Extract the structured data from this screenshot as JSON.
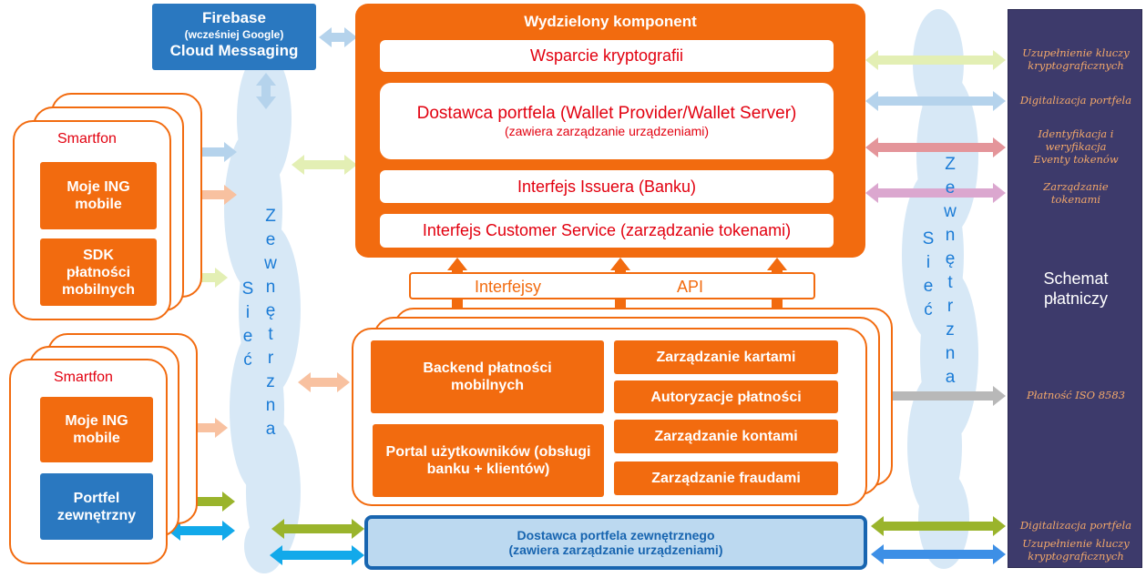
{
  "firebase": {
    "line1": "Firebase",
    "line2": "(wcześniej Google)",
    "line3": "Cloud Messaging"
  },
  "component": {
    "title": "Wydzielony komponent",
    "crypto": "Wsparcie kryptografii",
    "wallet_provider": "Dostawca portfela (Wallet Provider/Wallet Server)",
    "wallet_provider_sub": "(zawiera zarządzanie urządzeniami)",
    "issuer": "Interfejs Issuera (Banku)",
    "customer_service": "Interfejs Customer Service (zarządzanie tokenami)"
  },
  "api": {
    "left": "Interfejsy",
    "right": "API"
  },
  "smartphone1": {
    "label": "Smartfon",
    "app": "Moje ING mobile",
    "sdk": "SDK płatności mobilnych"
  },
  "smartphone2": {
    "label": "Smartfon",
    "app": "Moje ING mobile",
    "wallet": "Portfel zewnętrzny"
  },
  "network_left": {
    "col1": [
      "S",
      "i",
      "e",
      "ć"
    ],
    "col2": [
      "Z",
      "e",
      "w",
      "n",
      "ę",
      "t",
      "r",
      "z",
      "n",
      "a"
    ]
  },
  "network_right": {
    "col1": [
      "S",
      "i",
      "e",
      "ć"
    ],
    "col2": [
      "Z",
      "e",
      "w",
      "n",
      "ę",
      "t",
      "r",
      "z",
      "n",
      "a"
    ]
  },
  "backend": {
    "mobile_backend": "Backend płatności mobilnych",
    "portal": "Portal użytkowników (obsługi banku + klientów)",
    "cards": "Zarządzanie kartami",
    "authorizations": "Autoryzacje płatności",
    "accounts": "Zarządzanie kontami",
    "fraud": "Zarządzanie fraudami"
  },
  "external_wallet": {
    "line1": "Dostawca portfela zewnętrznego",
    "line2": "(zawiera zarządzanie urządzeniami)"
  },
  "scheme": {
    "title": "Schemat płatniczy",
    "items": [
      "Uzupełnienie kluczy kryptograficznych",
      "Digitalizacja portfela",
      "Identyfikacja i weryfikacja Eventy tokenów",
      "Zarządzanie tokenami",
      "Płatność ISO 8583",
      "Digitalizacja portfela",
      "Uzupełnienie kluczy kryptograficznych"
    ]
  },
  "colors": {
    "orange": "#f26b0f",
    "scheme_bg": "#3d3a6b",
    "firebase": "#2a78c0",
    "cloud": "#d7e8f6"
  }
}
